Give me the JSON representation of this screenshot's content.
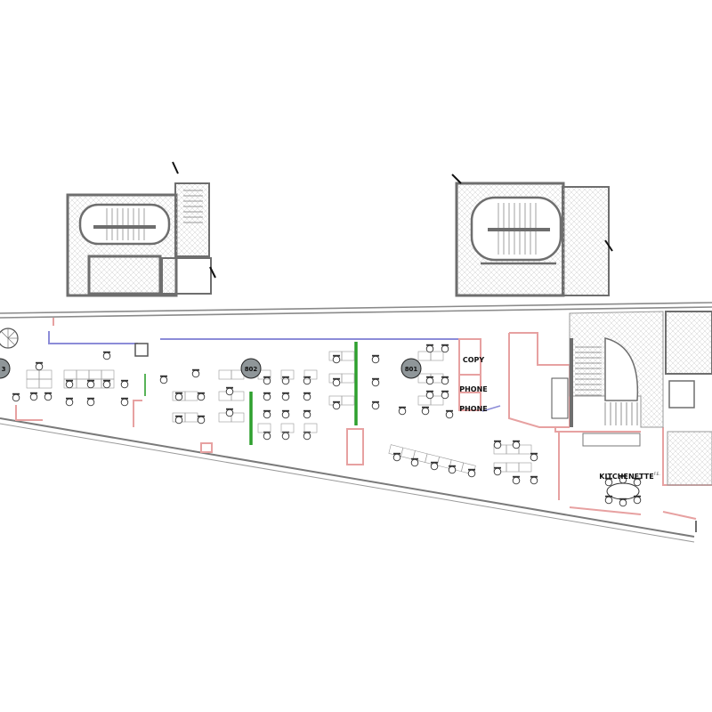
{
  "room_labels": {
    "copy": "COPY",
    "phone_1": "PHONE",
    "phone_2": "PHONE",
    "kitchenette": "KITCHENETTE"
  },
  "room_tags": {
    "tag_802": "802",
    "tag_801": "801",
    "tag_left_partial": "3"
  },
  "small_marks": {
    "fe": "F.E."
  },
  "colors": {
    "wall": "#6e6e6e",
    "outline": "#8a8a8a",
    "partition_red": "#e7a1a1",
    "glass_blue": "#8c8cd8",
    "glass_green": "#2ea02e",
    "tag_fill": "#8f9699",
    "hatch": "#c8c8c8"
  }
}
